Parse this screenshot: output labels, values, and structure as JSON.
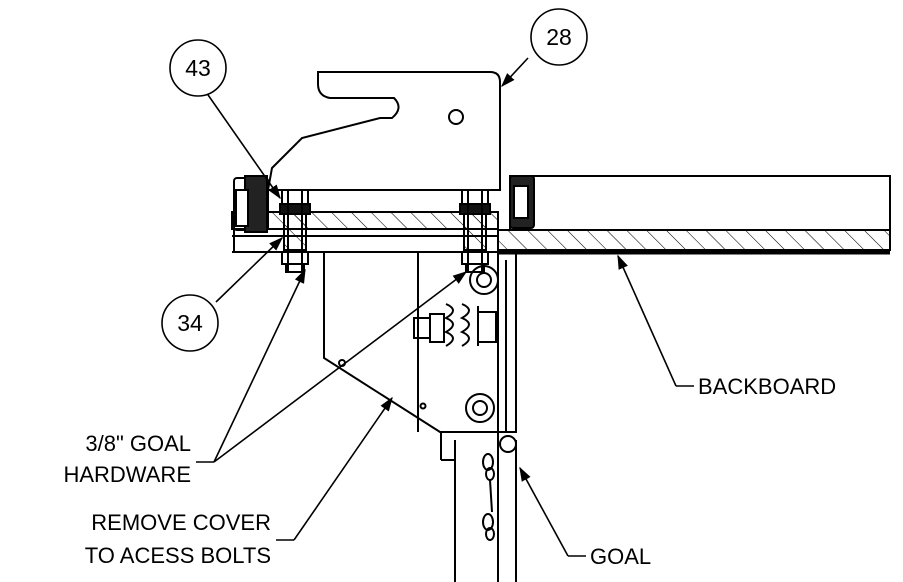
{
  "callouts": {
    "c28": "28",
    "c43": "43",
    "c34": "34"
  },
  "labels": {
    "backboard": "BACKBOARD",
    "hardware_line1": "3/8\" GOAL",
    "hardware_line2": "HARDWARE",
    "cover_line1": "REMOVE COVER",
    "cover_line2": "TO ACESS BOLTS",
    "goal": "GOAL"
  }
}
